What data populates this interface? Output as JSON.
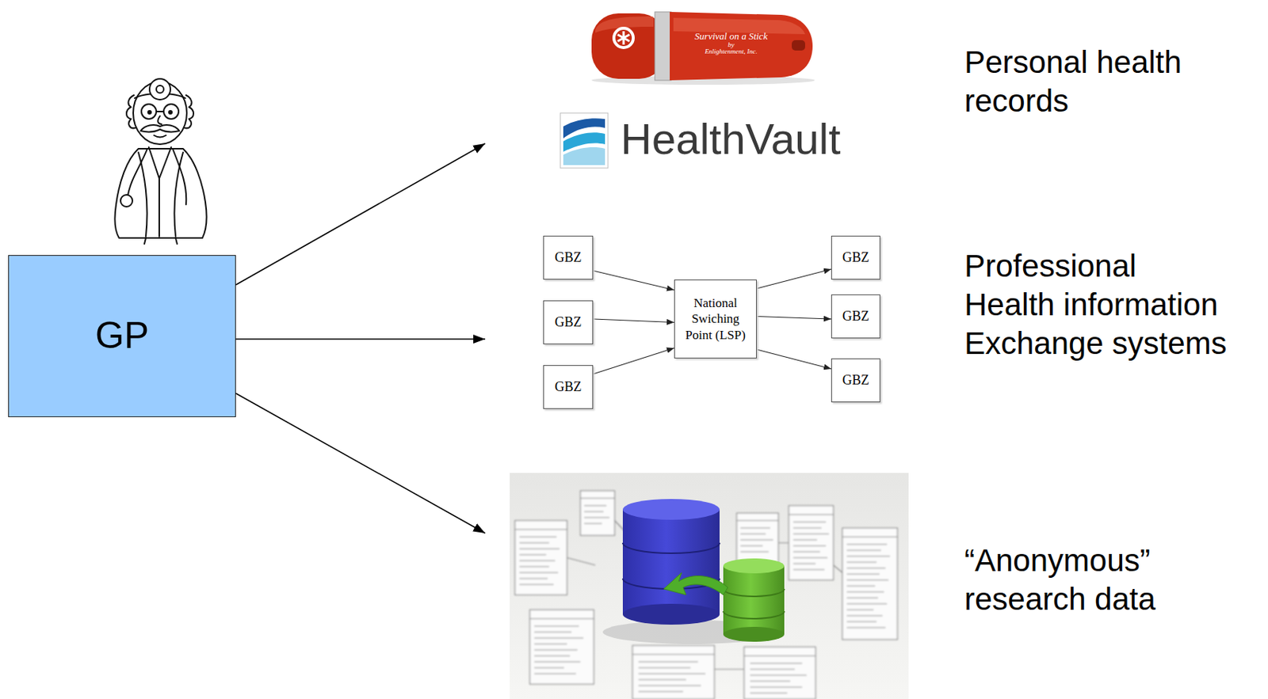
{
  "diagram": {
    "nodes": [
      {
        "text": [
          "GP"
        ]
      },
      {
        "text": [
          "GBZ"
        ]
      },
      {
        "text": [
          "GBZ"
        ]
      },
      {
        "text": [
          "GBZ"
        ]
      },
      {
        "text": [
          "National Swiching Point (LSP)"
        ]
      },
      {
        "text": [
          "GBZ"
        ]
      },
      {
        "text": [
          "GBZ"
        ]
      },
      {
        "text": [
          "GBZ"
        ]
      }
    ],
    "edges": [
      {
        "from": 1,
        "to": 4,
        "arrow": "to"
      },
      {
        "from": 2,
        "to": 4,
        "arrow": "to"
      },
      {
        "from": 3,
        "to": 4,
        "arrow": "to"
      },
      {
        "from": 4,
        "to": 5,
        "arrow": "to"
      },
      {
        "from": 4,
        "to": 6,
        "arrow": "to"
      },
      {
        "from": 4,
        "to": 7,
        "arrow": "to"
      }
    ],
    "labels": [
      "Survival on a Stick",
      "by",
      "Enlightenment, Inc.",
      "HealthVault",
      "Personal health records",
      "Professional Health information Exchange systems",
      "“Anonymous” research data"
    ]
  }
}
